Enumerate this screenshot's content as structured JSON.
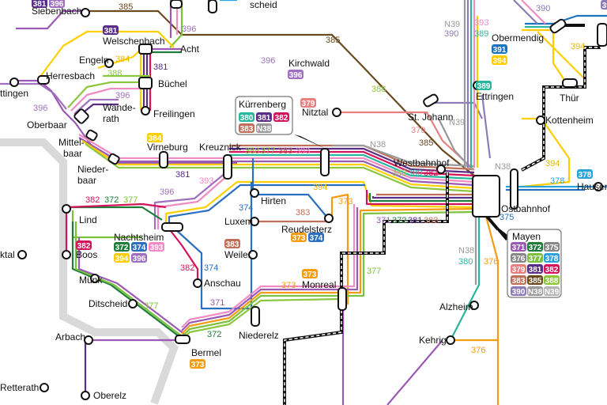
{
  "colors": {
    "r371": "#9b59b6",
    "r372": "#1e7d3a",
    "r373": "#f39c12",
    "r374": "#2a6fc0",
    "r377": "#7cc13b",
    "r378": "#29a3de",
    "r379": "#e77f7f",
    "r380": "#2ab59e",
    "r381": "#5a2d86",
    "r382": "#d4145a",
    "r383": "#c0705a",
    "r384": "#ffd000",
    "r385": "#6b4a1f",
    "r388": "#8cc63f",
    "r389": "#2ab59e",
    "r390": "#8c7bb8",
    "r391": "#1e73be",
    "r393": "#f08bc3",
    "r394": "#ffcc00",
    "r396": "#a070c0",
    "rN38": "#9a9a9a",
    "rN39": "#b5b5b5"
  },
  "stations": {
    "siebenbach": "Siebenbach",
    "scheid": "scheid",
    "welschenbach": "Welschenbach",
    "acht": "Acht",
    "engeln": "Engeln",
    "herresbach": "Herresbach",
    "buechel": "Büchel",
    "ettingen_left": "ttingen",
    "wanderath": "Wande-\nrath",
    "oberbaar": "Oberbaar",
    "freilingen": "Freilingen",
    "kirchwald": "Kirchwald",
    "obermendig": "Obermendig",
    "ettringen": "Ettringen",
    "thuer": "Thür",
    "nitztal": "Nitztal",
    "kuerrenberg": "Kürrenberg",
    "st_johann": "St. Johann",
    "kottenheim": "Kottenheim",
    "mittelbaar": "Mittel-\nbaar",
    "virneburg": "Virneburg",
    "kreuznick": "Kreuznick",
    "niederbaar": "Nieder-\nbaar",
    "westbahnhof": "Westbahnhof",
    "hausen": "Hausen",
    "ostbahnhof": "Ostbahnhof",
    "hirten": "Hirten",
    "lind": "Lind",
    "luxem": "Luxem",
    "reudelsterz": "Reudelsterz",
    "mayen": "Mayen",
    "nachtsheim": "Nachtsheim",
    "boos": "Boos",
    "kaltenborn": "ktal",
    "weiler": "Weiler",
    "anschau": "Anschau",
    "muenk": "Münk",
    "monreal": "Monreal",
    "alzheim": "Alzheim",
    "ditscheid": "Ditscheid",
    "niederelz": "Niederelz",
    "arbach": "Arbach",
    "kehrig": "Kehrig",
    "bermel": "Bermel",
    "retterath": "Retterath",
    "oberelz": "Oberelz"
  },
  "route_labels": {
    "r385_top": "385",
    "r396_acht": "396",
    "r385_mid": "385",
    "r396_mid": "396",
    "r384_engeln": "384",
    "r381_buechel": "381",
    "r388_herres": "388",
    "r396_wand": "396",
    "r396_oberbaar": "396",
    "r388_ettr": "388",
    "r379_nitz": "379",
    "r379_stj": "379",
    "r385_stj": "385",
    "rN39_stj": "N39",
    "rN38_west": "N38",
    "rN38_hub": "N38",
    "rN39_top": "N39",
    "r390_top": "390",
    "r393_top": "393",
    "r389_top": "389",
    "r390_ober": "390",
    "r391_ober": "391",
    "r394_thuer": "394",
    "r394_kott": "394",
    "r378_hub": "378",
    "r375_hub": "375",
    "r381_virn": "381",
    "r393_virn": "393",
    "r396_virn": "396",
    "r388_kreuz": "388",
    "r377_kreuz": "377",
    "r383_kreuz": "383",
    "r393_kreuz": "393",
    "r388_west": "388",
    "r380_west": "380",
    "r382_west": "382",
    "r382_lind": "382",
    "r372_lind": "372",
    "r377_lind": "377",
    "r394_hirt": "394",
    "r373_hirt": "373",
    "r374_luxem": "374",
    "r383_luxem": "383",
    "r371_hub": "371",
    "r372_hub": "372",
    "r381_hub": "381",
    "r383_hub": "383",
    "r374_anschau": "374",
    "r382_anschau": "382",
    "r371_ditsch": "371",
    "r373_monreal": "373",
    "r377_monreal": "377",
    "r377_ditsch": "377",
    "r372_bermel": "372",
    "rN38_alz": "N38",
    "r380_alz": "380",
    "r376_alz": "376",
    "r376_kehr": "376"
  },
  "badges": {
    "welschenbach": [
      "381"
    ],
    "kirchwald": [
      "396"
    ],
    "obermendig": [
      "391",
      "394"
    ],
    "ettringen": [
      "389"
    ],
    "nitztal": [
      "379"
    ],
    "kuerrenberg": [
      "380",
      "381",
      "382",
      "383",
      "N38"
    ],
    "virneburg": [
      "384"
    ],
    "hausen": [
      "378"
    ],
    "nachtsheim": [
      "372",
      "374",
      "393",
      "394",
      "396"
    ],
    "boos": [
      "382"
    ],
    "reudelsterz": [
      "373",
      "374"
    ],
    "weiler": [
      "383"
    ],
    "monreal": [
      "373"
    ],
    "bermel": [
      "373"
    ],
    "siebenbach": [
      "381",
      "396"
    ],
    "top_right": [
      "390"
    ],
    "mayen": [
      "371",
      "372",
      "375",
      "376",
      "377",
      "378",
      "379",
      "381",
      "382",
      "383",
      "385",
      "388",
      "390",
      "N38",
      "N39"
    ],
    "mayen_title": "Mayen"
  }
}
